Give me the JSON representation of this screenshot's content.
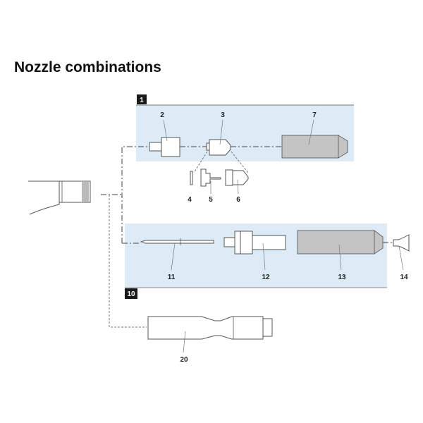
{
  "title": "Nozzle combinations",
  "groups": [
    {
      "badge": "1",
      "parts": [
        "2",
        "3",
        "7"
      ],
      "subparts": [
        "4",
        "5",
        "6"
      ]
    },
    {
      "badge": "10",
      "parts": [
        "11",
        "12",
        "13",
        "14"
      ]
    }
  ],
  "standalone": {
    "label": "20"
  },
  "colors": {
    "panel": "#dcebf6",
    "badge": "#1a1a1a",
    "grey_part": "#c4c4c4"
  }
}
